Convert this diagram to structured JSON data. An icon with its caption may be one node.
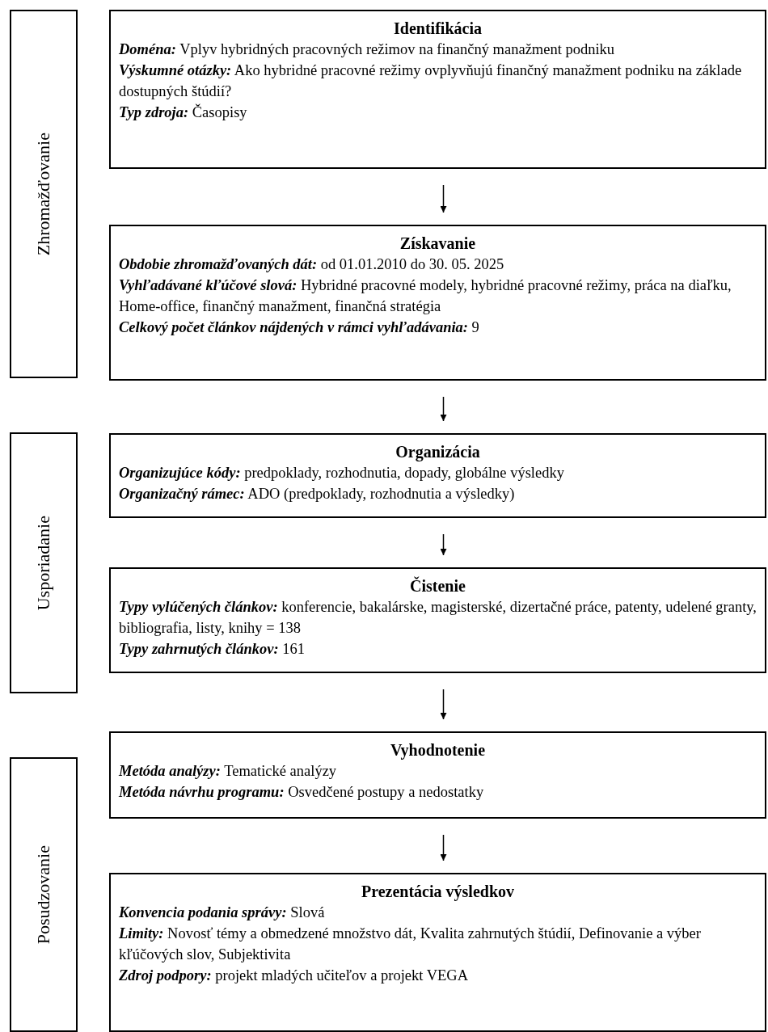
{
  "diagram": {
    "nodes": [
      {
        "text": [
          "Zhromažďovanie"
        ]
      },
      {
        "text": [
          "Identifikácia",
          "**Doména:** Vplyv hybridných pracovných režimov na finančný manažment podniku",
          "**Výskumné otázky:** Ako hybridné pracovné režimy ovplyvňujú finančný manažment podniku na základe dostupných štúdií?",
          "**Typ zdroja:** Časopisy"
        ]
      },
      {
        "text": [
          "Získavanie",
          "**Obdobie zhromažďovaných dát:** od 01.01.2010 do 30. 05. 2025",
          "**Vyhľadávané kľúčové slová:** Hybridné pracovné modely, hybridné pracovné režimy, práca na diaľku, Home-office, finančný manažment, finančná stratégia",
          "**Celkový počet článkov nájdených v rámci vyhľadávania:** 9"
        ]
      },
      {
        "text": [
          "Usporiadanie"
        ]
      },
      {
        "text": [
          "Organizácia",
          "**Organizujúce kódy:** predpoklady, rozhodnutia, dopady, globálne výsledky",
          "**Organizačný rámec:** ADO (predpoklady, rozhodnutia a výsledky)"
        ]
      },
      {
        "text": [
          "Čistenie",
          "**Typy vylúčených článkov:** konferencie, bakalárske, magisterské, dizertačné práce, patenty, udelené granty, bibliografia, listy, knihy = 138",
          "**Typy zahrnutých článkov:** 161"
        ]
      },
      {
        "text": [
          "Posudzovanie"
        ]
      },
      {
        "text": [
          "Vyhodnotenie",
          "**Metóda analýzy:** Tematické analýzy",
          "**Metóda návrhu programu:** Osvedčené postupy a nedostatky"
        ]
      },
      {
        "text": [
          "Prezentácia výsledkov",
          "**Konvencia podania správy:** Slová",
          "**Limity:** Novosť témy a obmedzené množstvo dát, Kvalita zahrnutých štúdií, Definovanie a výber kľúčových slov, Subjektivita",
          "**Zdroj podpory:** projekt mladých učiteľov a projekt VEGA"
        ]
      }
    ],
    "edges": [
      {
        "from": 1,
        "to": 2,
        "arrow": "to"
      },
      {
        "from": 2,
        "to": 4,
        "arrow": "to"
      },
      {
        "from": 4,
        "to": 5,
        "arrow": "to"
      },
      {
        "from": 5,
        "to": 7,
        "arrow": "to"
      },
      {
        "from": 7,
        "to": 8,
        "arrow": "to"
      }
    ]
  }
}
